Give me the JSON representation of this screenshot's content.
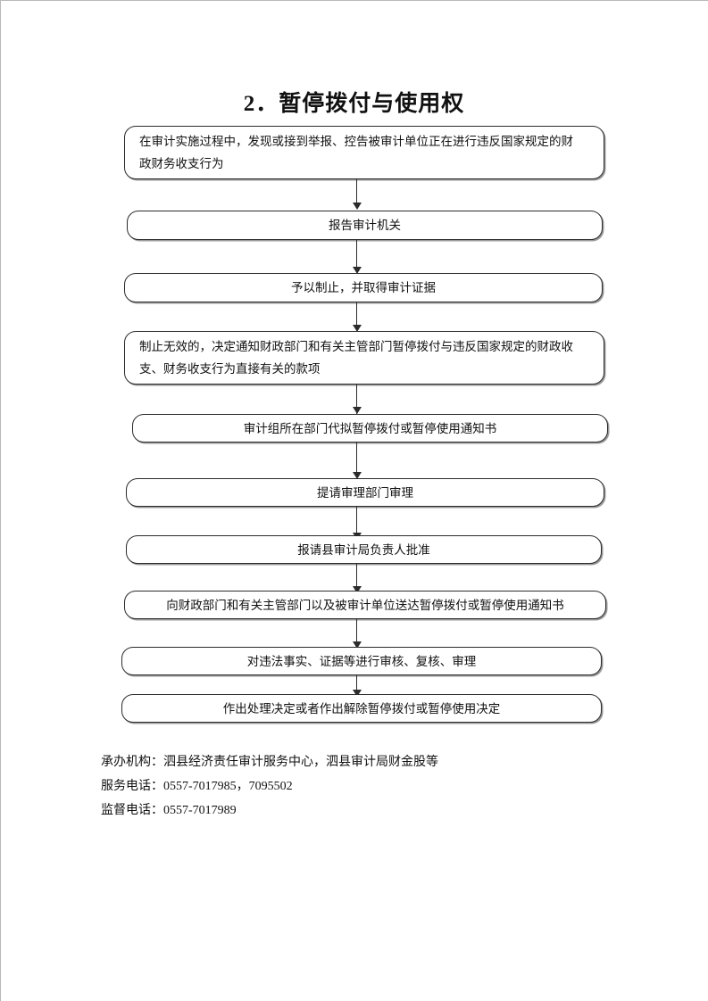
{
  "page": {
    "title": "2．暂停拨付与使用权",
    "background_color": "#ffffff",
    "ink_color": "#111111",
    "border_color": "#2b2b2b"
  },
  "flow": {
    "nodes": [
      {
        "id": "node-1",
        "text": "在审计实施过程中，发现或接到举报、控告被审计单位正在进行违反国家规定的财\n政财务收支行为",
        "align": "justify"
      },
      {
        "id": "node-2",
        "text": "报告审计机关",
        "align": "center"
      },
      {
        "id": "node-3",
        "text": "予以制止，并取得审计证据",
        "align": "center"
      },
      {
        "id": "node-4",
        "text": "制止无效的，决定通知财政部门和有关主管部门暂停拨付与违反国家规定的财政收\n支、财务收支行为直接有关的款项",
        "align": "justify"
      },
      {
        "id": "node-5",
        "text": "审计组所在部门代拟暂停拨付或暂停使用通知书",
        "align": "center"
      },
      {
        "id": "node-6",
        "text": "提请审理部门审理",
        "align": "center"
      },
      {
        "id": "node-7",
        "text": "报请县审计局负责人批准",
        "align": "center"
      },
      {
        "id": "node-8",
        "text": "向财政部门和有关主管部门以及被审计单位送达暂停拨付或暂停使用通知书",
        "align": "center"
      },
      {
        "id": "node-9",
        "text": "对违法事实、证据等进行审核、复核、审理",
        "align": "center"
      },
      {
        "id": "node-10",
        "text": "作出处理决定或者作出解除暂停拨付或暂停使用决定",
        "align": "center"
      }
    ],
    "connector_count": 9
  },
  "footer": {
    "lines": [
      "承办机构：泗县经济责任审计服务中心，泗县审计局财金股等",
      "服务电话：0557-7017985，7095502",
      "监督电话：0557-7017989"
    ]
  }
}
